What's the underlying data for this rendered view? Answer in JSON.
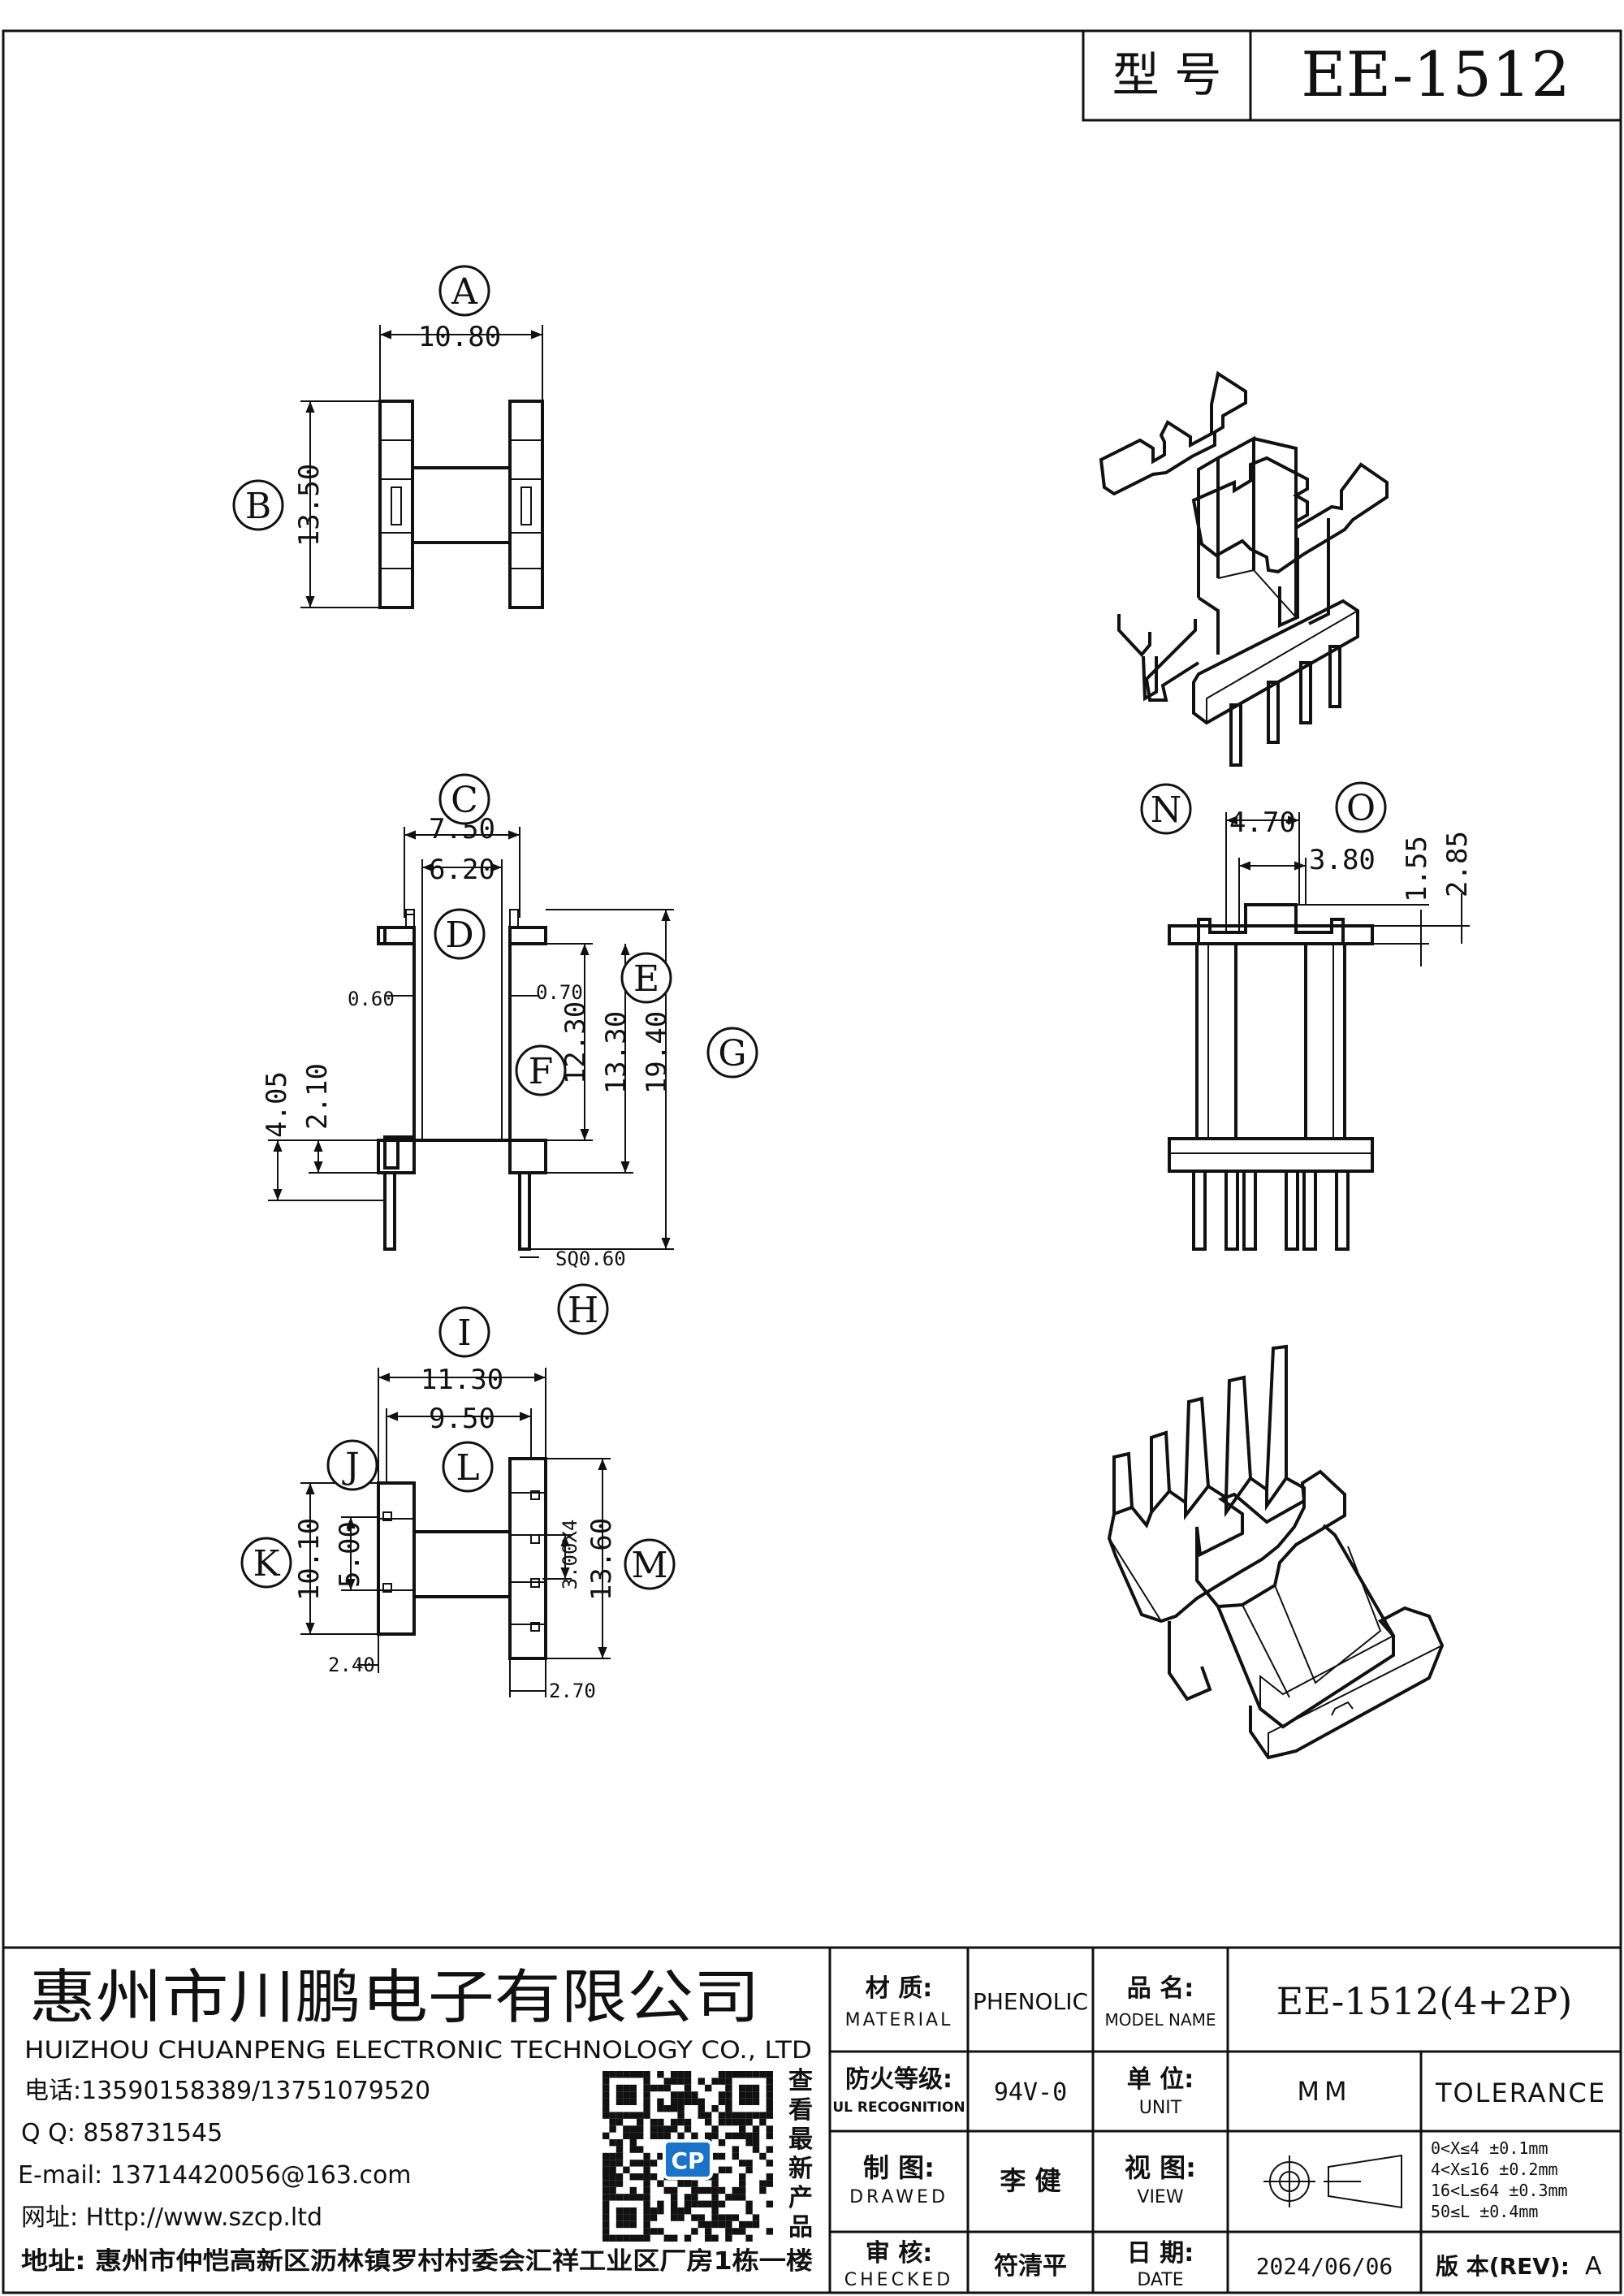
{
  "header": {
    "model_label": "型 号",
    "model_value": "EE-1512"
  },
  "callouts": [
    "A",
    "B",
    "C",
    "D",
    "E",
    "F",
    "G",
    "H",
    "I",
    "J",
    "K",
    "L",
    "M",
    "N",
    "O"
  ],
  "dimensions": {
    "A": "10.80",
    "B": "13.50",
    "C_outer": "7.50",
    "C_inner": "6.20",
    "wall_left": "0.60",
    "wall_right": "0.70",
    "F": "12.30",
    "E": "13.30",
    "G": "19.40",
    "h_405": "4.05",
    "h_210": "2.10",
    "pin_sq": "SQ0.60",
    "N": "4.70",
    "O": "3.80",
    "h_155": "1.55",
    "h_285": "2.85",
    "I_outer": "11.30",
    "I_inner": "9.50",
    "K": "10.10",
    "J": "5.00",
    "pitch": "3.00X4",
    "M": "13.60",
    "bot_left": "2.40",
    "bot_right": "2.70"
  },
  "company": {
    "name_cn": "惠州市川鹏电子有限公司",
    "name_en": "HUIZHOU CHUANPENG ELECTRONIC TECHNOLOGY CO., LTD",
    "phone": "电话:13590158389/13751079520",
    "qq": "Q Q: 858731545",
    "email": "E-mail: 13714420056@163.com",
    "web": "网址: Http://www.szcp.ltd",
    "address": "地址: 惠州市仲恺高新区沥林镇罗村村委会汇祥工业区厂房1栋一楼",
    "qr_badge": "CP",
    "qr_caption": [
      "查",
      "看",
      "最",
      "新",
      "产",
      "品"
    ]
  },
  "titleblock": {
    "material_cn": "材 质:",
    "material_en": "MATERIAL",
    "material_value": "PHENOLIC",
    "model_cn": "品 名:",
    "model_en": "MODEL NAME",
    "model_value": "EE-1512(4+2P)",
    "fire_cn": "防火等级:",
    "fire_en": "UL RECOGNITION",
    "fire_value": "94V-0",
    "unit_cn": "单 位:",
    "unit_en": "UNIT",
    "unit_value": "MM",
    "tolerance_label": "TOLERANCE",
    "tolerance_rows": [
      "0<X≤4    ±0.1mm",
      "4<X≤16   ±0.2mm",
      "16<L≤64 ±0.3mm",
      "50≤L     ±0.4mm"
    ],
    "drawn_cn": "制 图:",
    "drawn_en": "DRAWED",
    "drawn_value": "李 健",
    "view_cn": "视 图:",
    "view_en": "VIEW",
    "checked_cn": "审 核:",
    "checked_en": "CHECKED",
    "checked_value": "符清平",
    "date_cn": "日 期:",
    "date_en": "DATE",
    "date_value": "2024/06/06",
    "rev_label": "版 本(REV):",
    "rev_value": "A"
  }
}
